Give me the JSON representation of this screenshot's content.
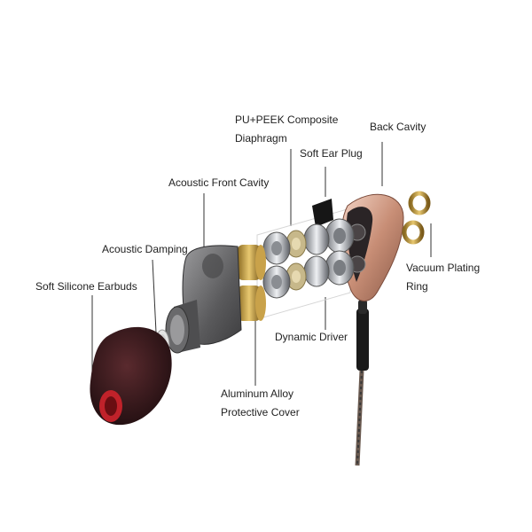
{
  "labels": {
    "pu_peek_line1": "PU+PEEK Composite",
    "pu_peek_line2": "Diaphragm",
    "back_cavity": "Back Cavity",
    "soft_ear_plug": "Soft Ear Plug",
    "acoustic_front_cavity": "Acoustic Front Cavity",
    "acoustic_damping": "Acoustic Damping",
    "soft_silicone_earbuds": "Soft Silicone Earbuds",
    "vacuum_plating_line1": "Vacuum Plating",
    "vacuum_plating_line2": "Ring",
    "dynamic_driver": "Dynamic Driver",
    "aluminum_alloy_line1": "Aluminum Alloy",
    "aluminum_alloy_line2": "Protective Cover"
  },
  "colors": {
    "silicone": "#3a1a1c",
    "silicone_inner": "#c0222a",
    "gold": "#c9a24a",
    "rose_gold": "#d9a890",
    "smoke": "#6e6e70",
    "chrome": "#b9bcc2"
  }
}
